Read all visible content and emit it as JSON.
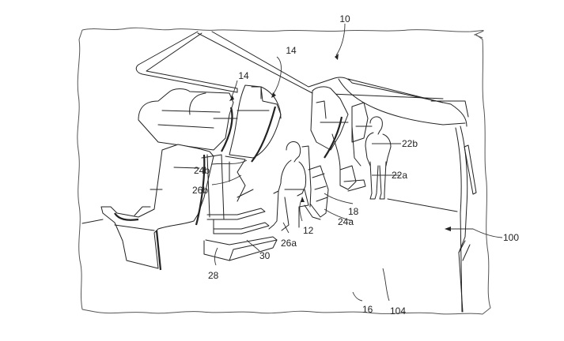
{
  "figure": {
    "description": "Perspective patent drawing of an aircraft cabin with two-level (stacked) passenger seats, stairs and standing/seated passengers",
    "line_color": "#222222",
    "background_color": "#ffffff"
  },
  "labels": {
    "ref_10": "10",
    "ref_14_left": "14",
    "ref_14_center": "14",
    "ref_24b": "24b",
    "ref_26b": "26b",
    "ref_22b": "22b",
    "ref_22a": "22a",
    "ref_18": "18",
    "ref_24a": "24a",
    "ref_12": "12",
    "ref_26a": "26a",
    "ref_30": "30",
    "ref_28": "28",
    "ref_100": "100",
    "ref_16": "16",
    "ref_104": "104"
  }
}
